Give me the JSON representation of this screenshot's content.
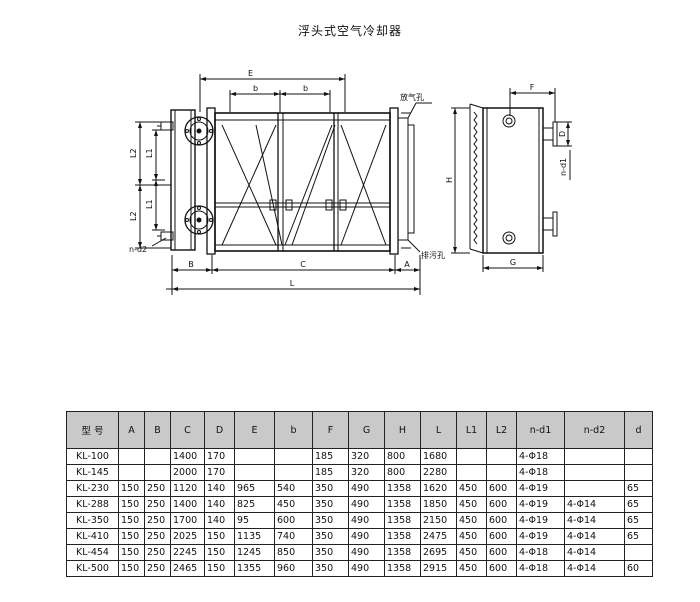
{
  "document": {
    "title": "浮头式空气冷却器"
  },
  "drawing_labels": {
    "E": "E",
    "b1": "b",
    "b2": "b",
    "vent": "放气孔",
    "drain": "排污孔",
    "L2_upper": "L2",
    "L1_upper": "L1",
    "L2_lower": "L2",
    "L1_lower": "L1",
    "nd2": "n-d2",
    "B": "B",
    "C": "C",
    "A": "A",
    "L": "L",
    "H": "H",
    "F": "F",
    "D": "D",
    "nd1": "n-d1",
    "G": "G"
  },
  "table": {
    "headers": [
      "型  号",
      "A",
      "B",
      "C",
      "D",
      "E",
      "b",
      "F",
      "G",
      "H",
      "L",
      "L1",
      "L2",
      "n-d1",
      "n-d2",
      "d"
    ],
    "rows": [
      [
        "KL-100",
        "",
        "",
        "1400",
        "170",
        "",
        "",
        "185",
        "320",
        "800",
        "1680",
        "",
        "",
        "4-Φ18",
        "",
        ""
      ],
      [
        "KL-145",
        "",
        "",
        "2000",
        "170",
        "",
        "",
        "185",
        "320",
        "800",
        "2280",
        "",
        "",
        "4-Φ18",
        "",
        ""
      ],
      [
        "KL-230",
        "150",
        "250",
        "1120",
        "140",
        "965",
        "540",
        "350",
        "490",
        "1358",
        "1620",
        "450",
        "600",
        "4-Φ19",
        "",
        "65"
      ],
      [
        "KL-288",
        "150",
        "250",
        "1400",
        "140",
        "825",
        "450",
        "350",
        "490",
        "1358",
        "1850",
        "450",
        "600",
        "4-Φ19",
        "4-Φ14",
        "65"
      ],
      [
        "KL-350",
        "150",
        "250",
        "1700",
        "140",
        "95",
        "600",
        "350",
        "490",
        "1358",
        "2150",
        "450",
        "600",
        "4-Φ19",
        "4-Φ14",
        "65"
      ],
      [
        "KL-410",
        "150",
        "250",
        "2025",
        "150",
        "1135",
        "740",
        "350",
        "490",
        "1358",
        "2475",
        "450",
        "600",
        "4-Φ19",
        "4-Φ14",
        "65"
      ],
      [
        "KL-454",
        "150",
        "250",
        "2245",
        "150",
        "1245",
        "850",
        "350",
        "490",
        "1358",
        "2695",
        "450",
        "600",
        "4-Φ18",
        "4-Φ14",
        ""
      ],
      [
        "KL-500",
        "150",
        "250",
        "2465",
        "150",
        "1355",
        "960",
        "350",
        "490",
        "1358",
        "2915",
        "450",
        "600",
        "4-Φ18",
        "4-Φ14",
        "60"
      ]
    ]
  }
}
